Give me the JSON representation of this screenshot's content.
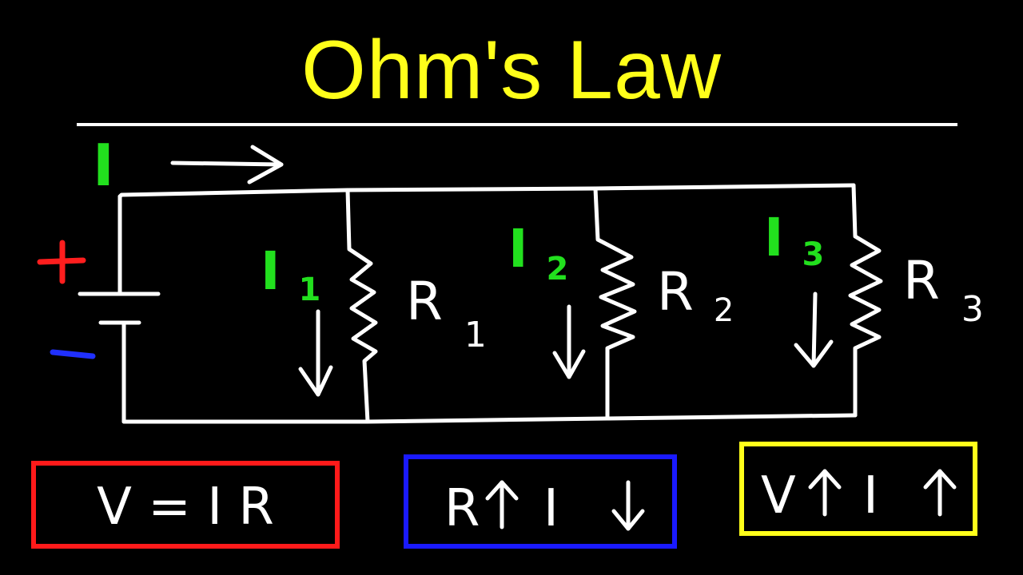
{
  "title": "Ohm's Law",
  "colors": {
    "background": "#000000",
    "title": "#ffff1a",
    "wire": "#ffffff",
    "current_label": "#22e01e",
    "positive": "#ff1e1e",
    "negative": "#2030ff",
    "box_red": "#ff1a1a",
    "box_blue": "#1a1aff",
    "box_yellow": "#ffff1a"
  },
  "circuit": {
    "main_current": "I",
    "battery": {
      "positive": "+",
      "negative": "-"
    },
    "branches": [
      {
        "current_symbol": "I",
        "current_subscript": "1",
        "resistor_symbol": "R",
        "resistor_subscript": "1"
      },
      {
        "current_symbol": "I",
        "current_subscript": "2",
        "resistor_symbol": "R",
        "resistor_subscript": "2"
      },
      {
        "current_symbol": "I",
        "current_subscript": "3",
        "resistor_symbol": "R",
        "resistor_subscript": "3"
      }
    ]
  },
  "boxes": [
    {
      "text": "V = I R",
      "icon": "none"
    },
    {
      "text_a": "R",
      "arrow_a": "up-arrow-icon",
      "text_b": "I",
      "arrow_b": "down-arrow-icon"
    },
    {
      "text_a": "V",
      "arrow_a": "up-arrow-icon",
      "text_b": "I",
      "arrow_b": "up-arrow-icon"
    }
  ]
}
